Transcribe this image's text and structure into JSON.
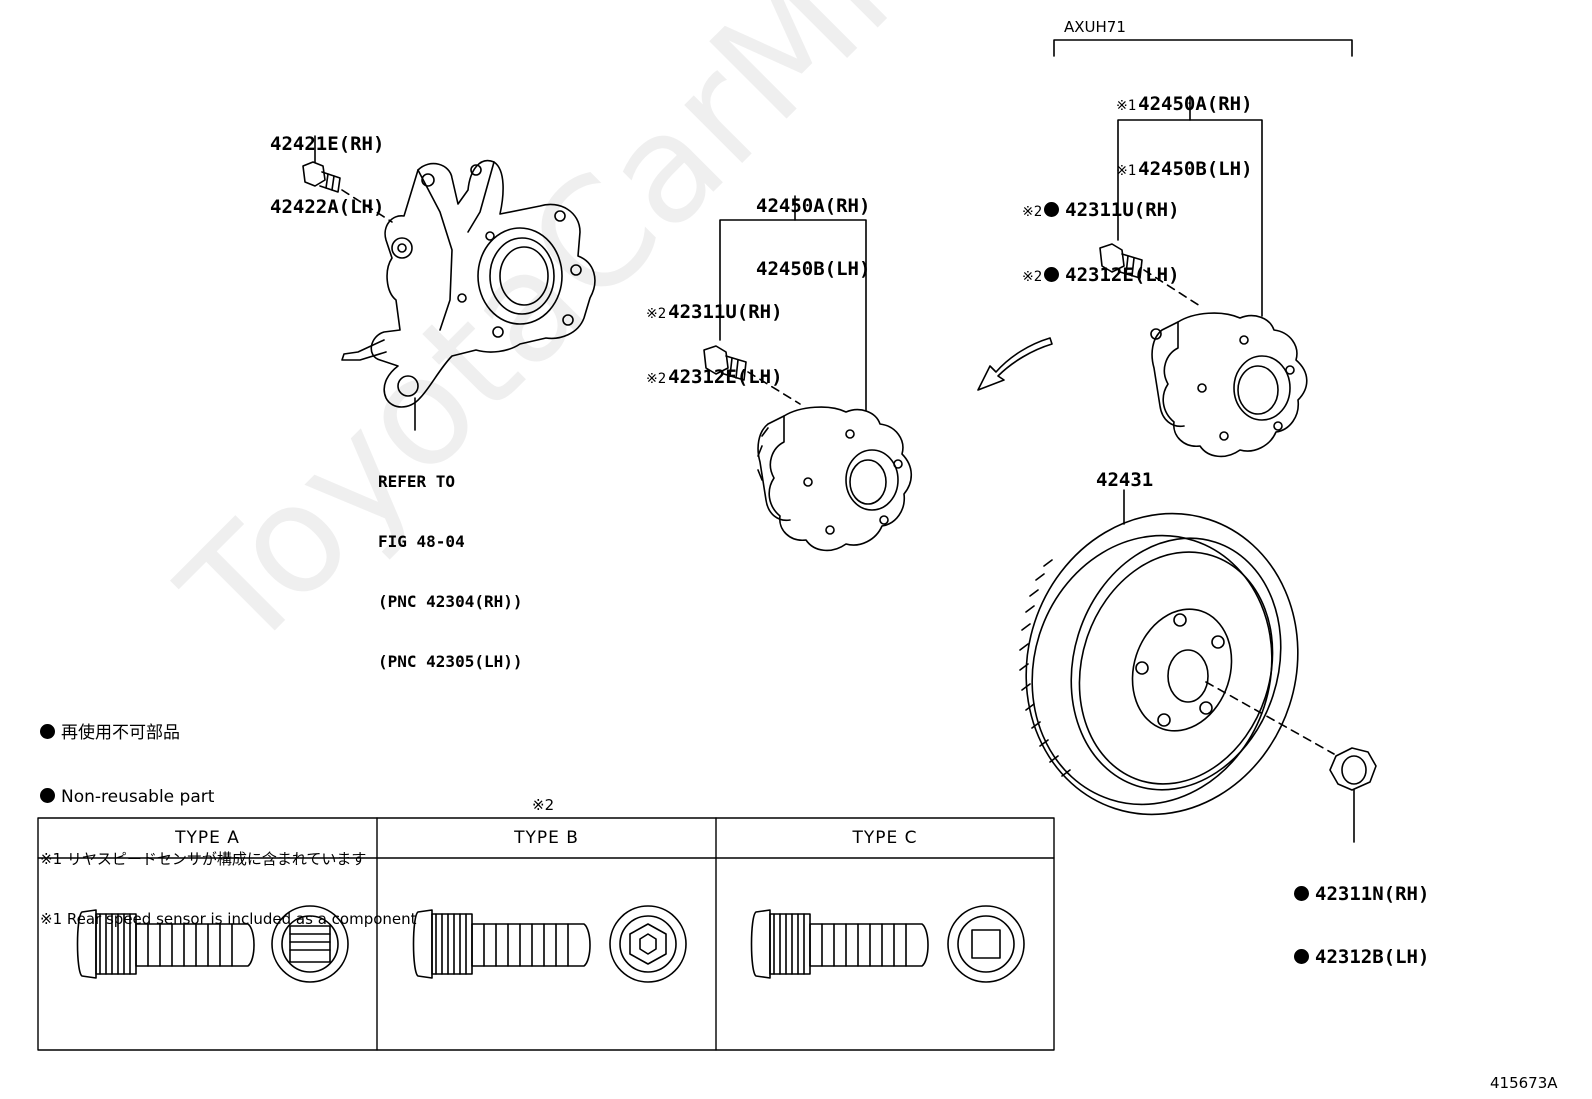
{
  "labels": {
    "knuckle_bolt": [
      "42421E(RH)",
      "42422A(LH)"
    ],
    "refer": [
      "REFER TO",
      "FIG 48-04",
      "(PNC 42304(RH))",
      "(PNC 42305(LH))"
    ],
    "hub_center": [
      "42450A(RH)",
      "42450B(LH)"
    ],
    "bolt_center": [
      "42311U(RH)",
      "42312E(LH)"
    ],
    "axuh": "AXUH71",
    "hub_right": [
      "42450A(RH)",
      "42450B(LH)"
    ],
    "bolt_right": [
      "42311U(RH)",
      "42312E(LH)"
    ],
    "disc": "42431",
    "nut": [
      "42311N(RH)",
      "42312B(LH)"
    ],
    "mark1": "※1",
    "mark2": "※2",
    "table_mark": "※2",
    "figure_id": "415673A"
  },
  "notes": [
    "再使用不可部品",
    "Non-reusable part",
    "※1 リヤスピードセンサが構成に含まれています",
    "※1 Rear speed sensor is included as a component"
  ],
  "types": [
    "TYPE A",
    "TYPE B",
    "TYPE C"
  ],
  "watermark": "ToyotaCarMine.ru"
}
